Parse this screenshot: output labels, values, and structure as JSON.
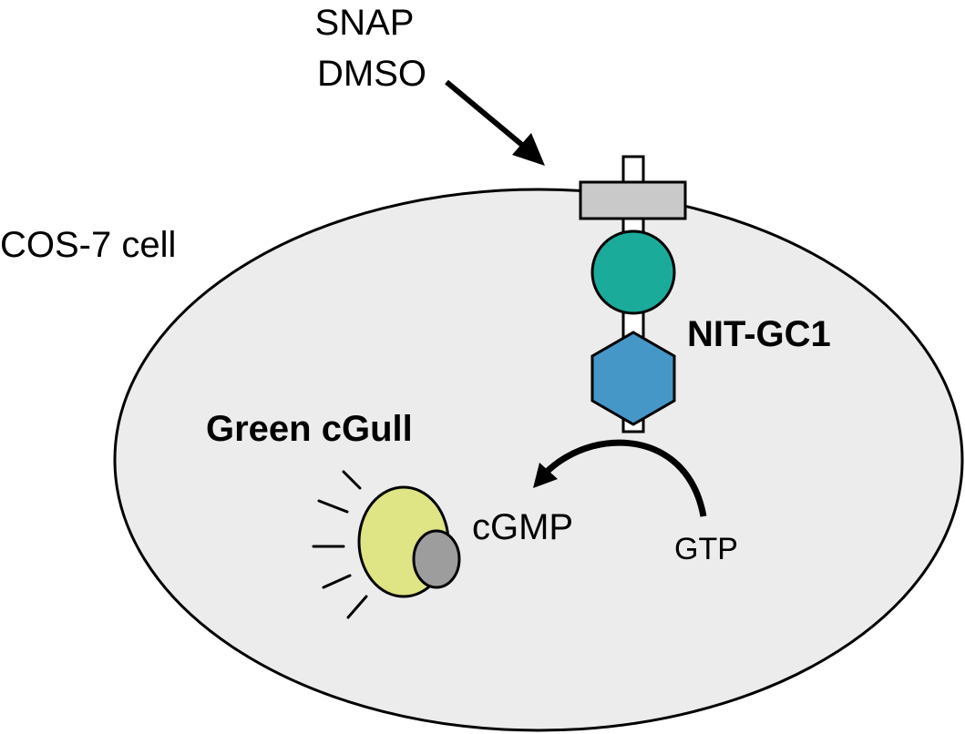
{
  "treatment": {
    "line1": "SNAP",
    "line2": "DMSO"
  },
  "cell": {
    "label": "COS-7 cell",
    "fill_color": "#ececec"
  },
  "receptor": {
    "label": "NIT-GC1",
    "membrane_anchor_color": "#c9c9c9",
    "domain_circle_color": "#1aab9b",
    "domain_hexagon_color": "#4597c8"
  },
  "sensor": {
    "label": "Green cGull",
    "body_color": "#dfe484",
    "ligand_color": "#9d9d9d"
  },
  "reaction": {
    "substrate": "GTP",
    "product": "cGMP"
  }
}
